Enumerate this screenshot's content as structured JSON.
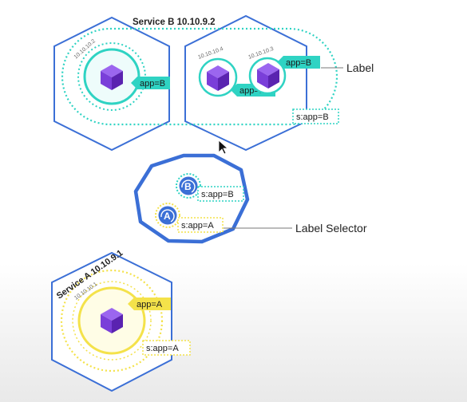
{
  "colors": {
    "node_stroke": "#3b6fd6",
    "teal": "#2fd3c3",
    "teal_dark": "#17b8a8",
    "teal_fill": "#eefcfb",
    "yellow": "#f4e24a",
    "yellow_dark": "#e3cd1a",
    "yellow_fill": "#fffde6",
    "cube": "#7a3fd9",
    "cube_dark": "#5a23b0",
    "cube_light": "#9b66ef",
    "text": "#222222"
  },
  "service_b": {
    "title": "Service B 10.10.9.2",
    "pod1_ip": "10.10.10.2",
    "pod1_label": "app=B",
    "pod2_ip": "10.10.10.4",
    "pod2_label": "app=B",
    "pod3_ip": "10.10.10.3",
    "pod3_label": "app=B",
    "selector": "s:app=B"
  },
  "callouts": {
    "label": "Label",
    "label_selector": "Label Selector"
  },
  "controller": {
    "badge_b": "B",
    "badge_a": "A",
    "selector_b": "s:app=B",
    "selector_a": "s:app=A"
  },
  "service_a": {
    "title": "Service A  10.10.9.1",
    "pod_ip": "10.10.10.1",
    "pod_label": "app=A",
    "selector": "s:app=A"
  },
  "icons": [
    "cube-icon",
    "mouse-cursor-icon",
    "refresh-badge-icon"
  ]
}
